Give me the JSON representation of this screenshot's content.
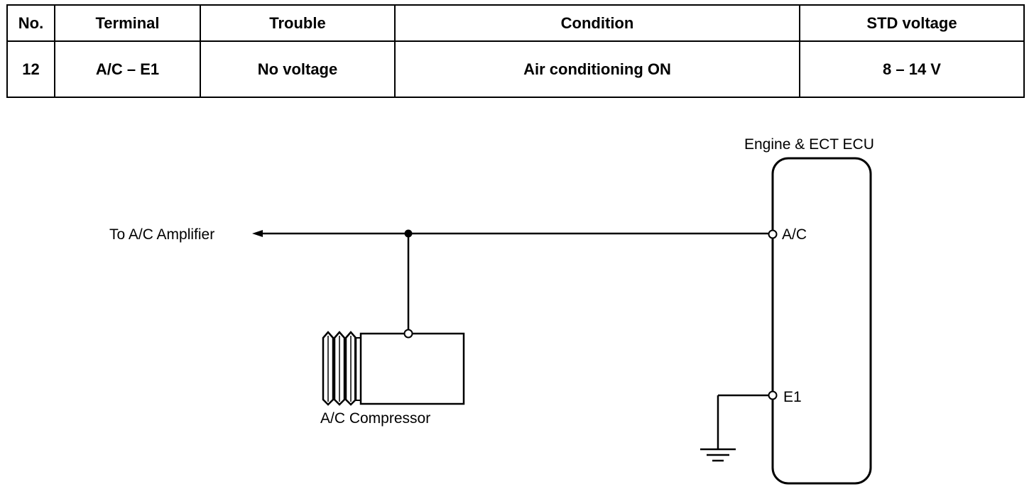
{
  "table": {
    "headers": [
      "No.",
      "Terminal",
      "Trouble",
      "Condition",
      "STD voltage"
    ],
    "rows": [
      [
        "12",
        "A/C – E1",
        "No voltage",
        "Air conditioning ON",
        "8 – 14 V"
      ]
    ]
  },
  "diagram": {
    "ecu_label": "Engine & ECT ECU",
    "amplifier_label": "To A/C Amplifier",
    "compressor_label": "A/C Compressor",
    "terminal_ac": "A/C",
    "terminal_e1": "E1"
  }
}
